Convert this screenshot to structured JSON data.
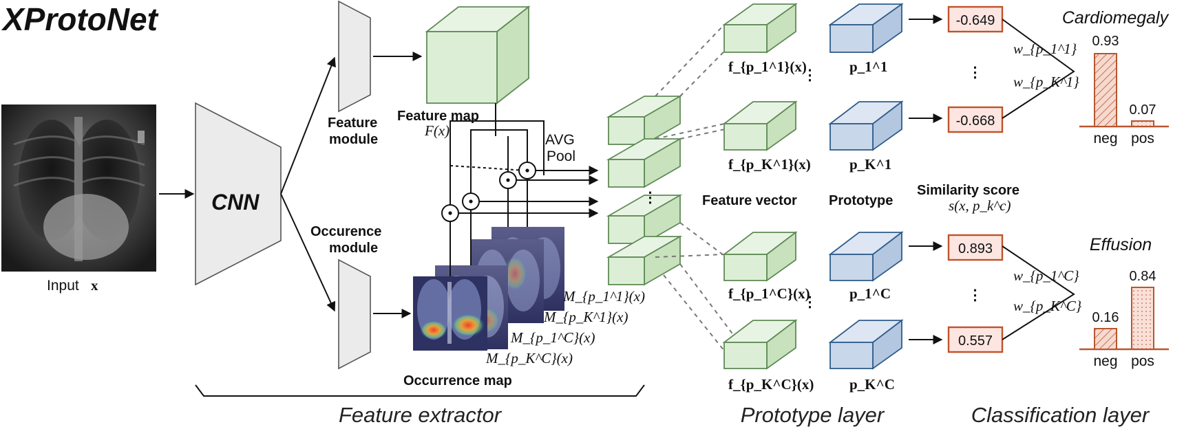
{
  "title": "XProtoNet",
  "input": {
    "label": "Input",
    "symbol": "x"
  },
  "cnn": {
    "label": "CNN"
  },
  "feature_module": {
    "line1": "Feature",
    "line2": "module"
  },
  "occurrence_module": {
    "line1": "Occurence",
    "line2": "module"
  },
  "feature_map": {
    "label": "Feature map",
    "formula": "F(x)"
  },
  "avg_pool": {
    "line1": "AVG",
    "line2": "Pool"
  },
  "occurrence_map": {
    "label": "Occurrence map",
    "maps": [
      "M_{p_1^1}(x)",
      "M_{p_K^1}(x)",
      "M_{p_1^C}(x)",
      "M_{p_K^C}(x)"
    ]
  },
  "feature_vectors": {
    "label": "Feature vector",
    "items": [
      "f_{p_1^1}(x)",
      "f_{p_K^1}(x)",
      "f_{p_1^C}(x)",
      "f_{p_K^C}(x)"
    ]
  },
  "prototypes": {
    "label": "Prototype",
    "items": [
      "p_1^1",
      "p_K^1",
      "p_1^C",
      "p_K^C"
    ]
  },
  "similarity": {
    "label": "Similarity score",
    "formula": "s(x, p_k^c)",
    "scores": [
      "-0.649",
      "-0.668",
      "0.893",
      "0.557"
    ]
  },
  "weights": [
    "w_{p_1^1}",
    "w_{p_K^1}",
    "w_{p_1^C}",
    "w_{p_K^C}"
  ],
  "ellipsis": "⋮",
  "hdots": "⋮",
  "classes": [
    {
      "name": "Cardiomegaly",
      "neg_label": "neg",
      "pos_label": "pos",
      "neg_value": "0.93",
      "pos_value": "0.07"
    },
    {
      "name": "Effusion",
      "neg_label": "neg",
      "pos_label": "pos",
      "neg_value": "0.16",
      "pos_value": "0.84"
    }
  ],
  "sections": {
    "feature_extractor": "Feature extractor",
    "prototype_layer": "Prototype layer",
    "classification_layer": "Classification layer"
  },
  "colors": {
    "green_fill": "#dcefd6",
    "green_stroke": "#5f8a55",
    "blue_fill": "#c9d7ea",
    "blue_stroke": "#2e5c8a",
    "score_fill": "#fde6e1",
    "score_stroke": "#c0522a",
    "bar_stroke": "#b8562e",
    "module_fill": "#ebebeb"
  }
}
